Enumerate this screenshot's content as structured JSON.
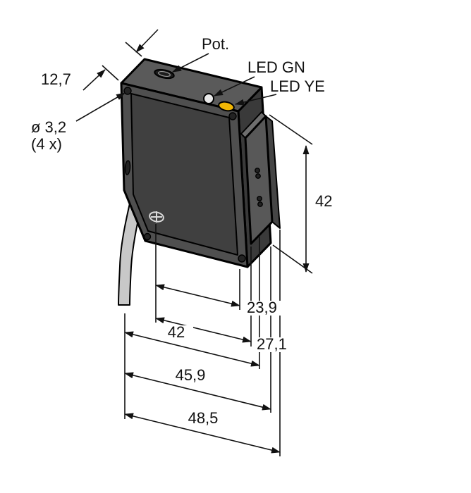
{
  "figure": {
    "background": "#ffffff",
    "line_color": "#111111",
    "body": {
      "front_color": "#4f4f4f",
      "panel_color": "#404040",
      "top_color": "#5a5a5a",
      "side_color": "#3a3a3a",
      "block_color": "#585858",
      "block_top_color": "#6e6e6e",
      "block_back_color": "#454545",
      "cable_color": "#c8c8c8",
      "hole_color": "#232323",
      "pot_color": "#1c1c1c",
      "led_yellow_color": "#f2b705",
      "led_green_color": "#e8e8e8"
    },
    "callouts": {
      "pot": "Pot.",
      "led_gn": "LED GN",
      "led_ye": "LED YE",
      "hole_dia": "ø 3,2",
      "hole_qty": "(4 x)"
    },
    "dims": {
      "thickness": "12,7",
      "height": "42",
      "d1": "23,9",
      "d2": "27,1",
      "d3": "42",
      "d4": "45,9",
      "d5": "48,5"
    }
  }
}
